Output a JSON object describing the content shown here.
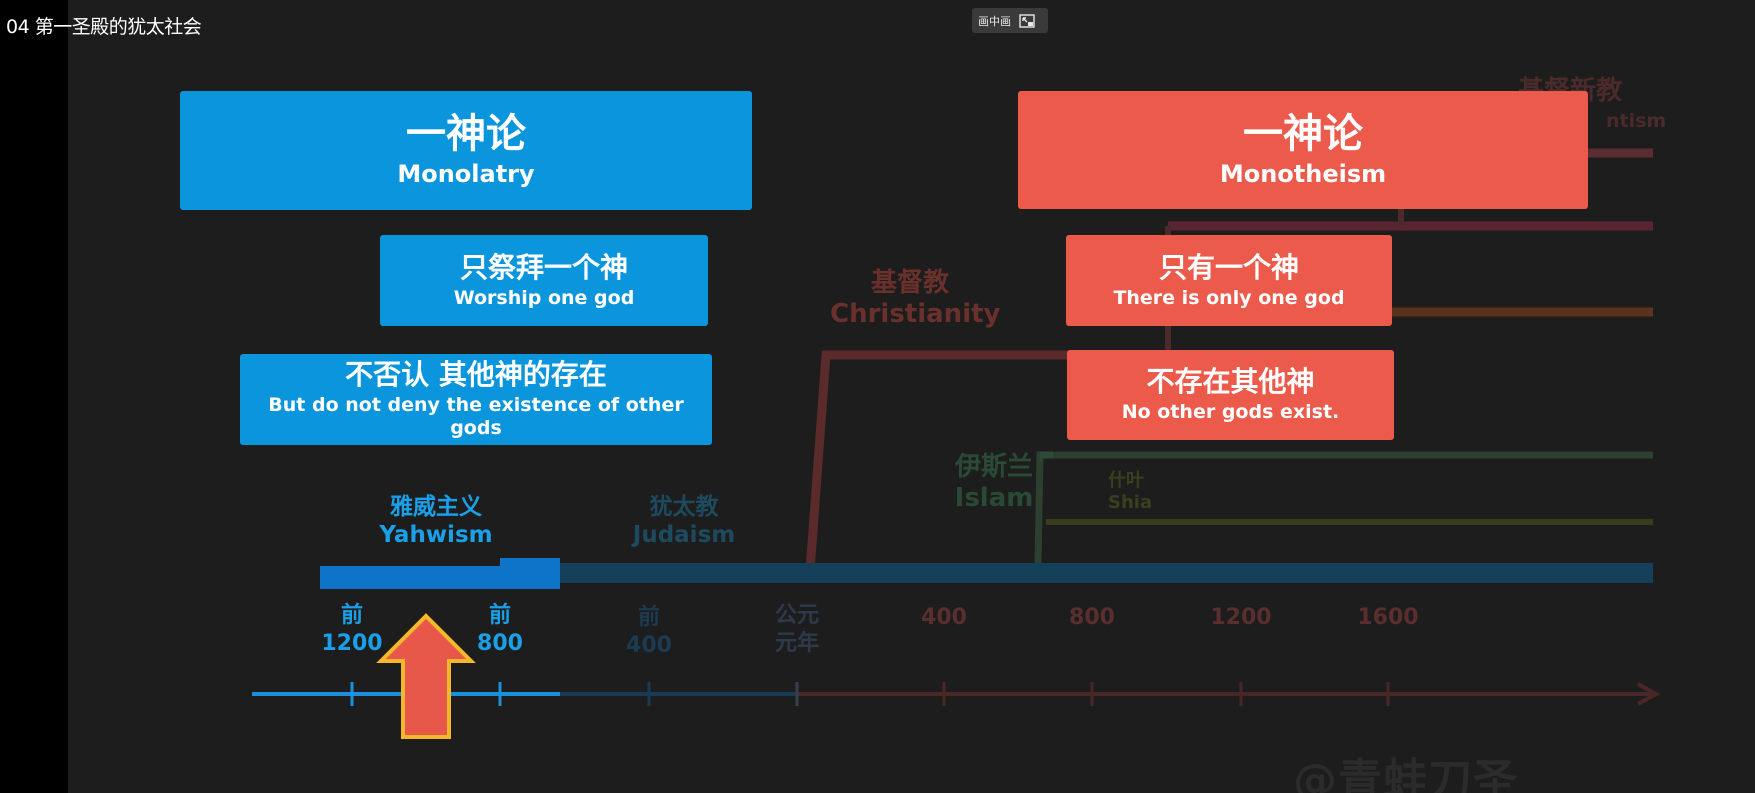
{
  "window": {
    "title": "04 第一圣殿的犹太社会"
  },
  "pip": {
    "label": "画中画"
  },
  "slide": {
    "monolatry": {
      "zh": "一神论",
      "en": "Monolatry"
    },
    "worship_one": {
      "zh": "只祭拜一个神",
      "en": "Worship one god"
    },
    "not_deny": {
      "zh": "不否认 其他神的存在",
      "en": "But do not deny the existence of other gods"
    },
    "monotheism": {
      "zh": "一神论",
      "en": "Monotheism"
    },
    "only_one": {
      "zh": "只有一个神",
      "en": "There is only one god"
    },
    "no_other": {
      "zh": "不存在其他神",
      "en": "No other gods exist."
    },
    "yahwism": {
      "zh": "雅威主义",
      "en": "Yahwism"
    },
    "judaism": {
      "zh": "犹太教",
      "en": "Judaism"
    },
    "christianity": {
      "zh": "基督教",
      "en": "Christianity"
    },
    "islam": {
      "zh": "伊斯兰",
      "en": "Islam"
    },
    "shia": {
      "zh": "什叶",
      "en": "Shia"
    },
    "protestantism": {
      "zh": "基督新教",
      "en": "ntism"
    },
    "ticks": [
      {
        "top": "前",
        "bottom": "1200"
      },
      {
        "top": "前",
        "bottom": "800"
      },
      {
        "top": "前",
        "bottom": "400"
      },
      {
        "top": "公元",
        "bottom": "元年"
      },
      {
        "top": "",
        "bottom": "400"
      },
      {
        "top": "",
        "bottom": "800"
      },
      {
        "top": "",
        "bottom": "1200"
      },
      {
        "top": "",
        "bottom": "1600"
      }
    ],
    "watermark": "@青蛙刀圣",
    "watermark_faint": "刀圣",
    "colors": {
      "blue": "#0b95dc",
      "red": "#ec5a4b",
      "yahwism_label": "#1aa0e8",
      "faint_judaism": "#1d4a5e",
      "faint_christianity": "#6a302c",
      "faint_islam": "#2a4a35",
      "faint_shia": "#3b3f1e",
      "faint_tick": "#5a2e2e",
      "arrow_fill": "#e8584a",
      "arrow_border": "#f5b82a"
    }
  }
}
